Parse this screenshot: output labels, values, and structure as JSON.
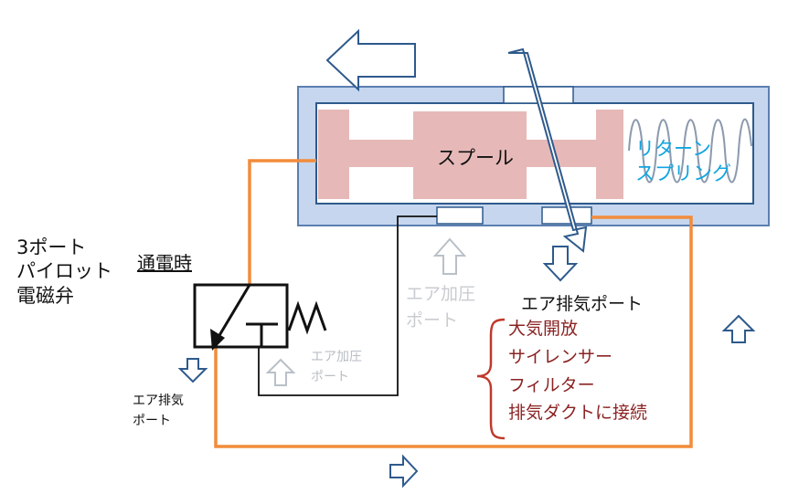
{
  "title_lines": [
    "3ポート",
    "パイロット",
    "電磁弁"
  ],
  "energized_label": "通電時",
  "spool_label": "スプール",
  "return_spring_lines": [
    "リターン",
    "スプリング"
  ],
  "exhaust_port_main": "エア排気ポート",
  "pressure_port_main_lines": [
    "エア加圧",
    "ポート"
  ],
  "pressure_port_small_lines": [
    "エア加圧",
    "ポート"
  ],
  "exhaust_port_small_lines": [
    "エア排気",
    "ポート"
  ],
  "exhaust_options": [
    "大気開放",
    "サイレンサー",
    "フィルター",
    "排気ダクトに接続"
  ],
  "colors": {
    "body_fill": "#c6d6ee",
    "body_stroke": "#2e5a8c",
    "spool": "#e6b9b8",
    "pipe": "#f28c3a",
    "spring_label": "#12a5e0",
    "option_text": "#8b2323",
    "arrow_gray": "#b9c0c8"
  }
}
